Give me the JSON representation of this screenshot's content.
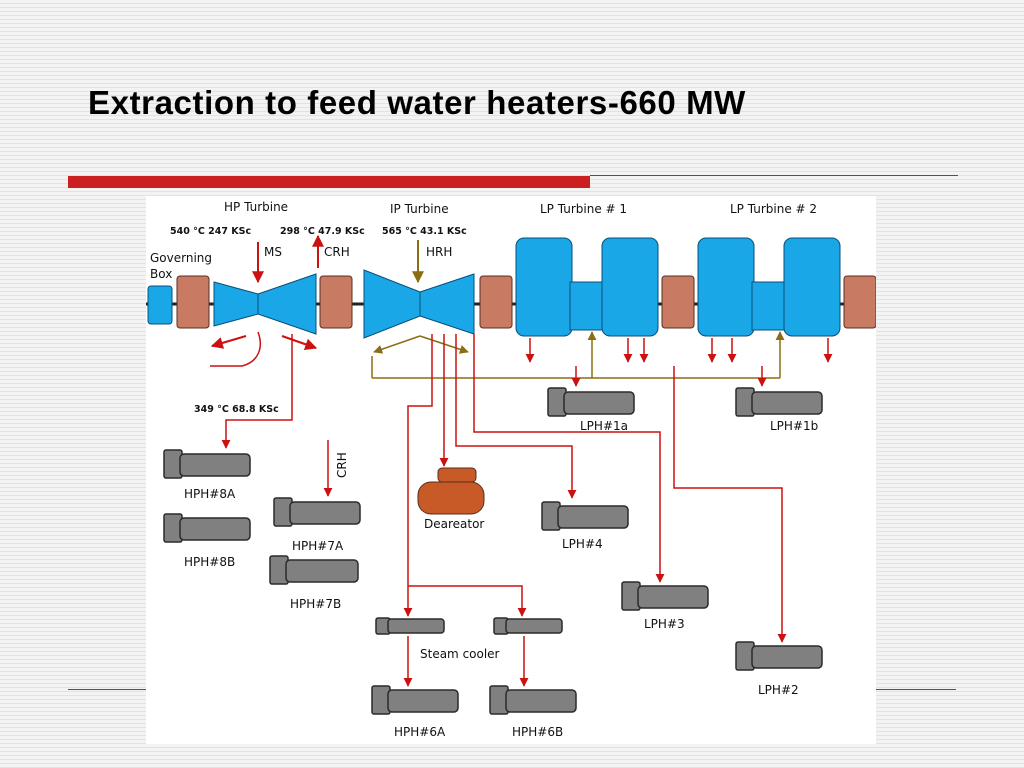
{
  "slide": {
    "title": "Extraction to feed water heaters-660 MW"
  },
  "colors": {
    "accent_red": "#cc1f1f",
    "turbine_blue": "#1aa7e8",
    "casing": "#c97a63",
    "heater_gray": "#808080",
    "steam_line": "#cc1111",
    "hrh_line": "#8b6d14",
    "deaerator": "#c85a28"
  },
  "diagram": {
    "turbine_labels": {
      "hp": "HP Turbine",
      "ip": "IP Turbine",
      "lp1": "LP Turbine # 1",
      "lp2": "LP Turbine # 2"
    },
    "conditions": {
      "ms": "540 °C 247 KSc",
      "crh": "298 °C 47.9 KSc",
      "hrh": "565 °C 43.1 KSc",
      "hp_extraction": "349 °C 68.8 KSc"
    },
    "stream_labels": {
      "ms": "MS",
      "crh": "CRH",
      "hrh": "HRH",
      "crh_vertical": "CRH"
    },
    "governing_box": [
      "Governing",
      "Box"
    ],
    "components": {
      "hph8a": "HPH#8A",
      "hph8b": "HPH#8B",
      "hph7a": "HPH#7A",
      "hph7b": "HPH#7B",
      "hph6a": "HPH#6A",
      "hph6b": "HPH#6B",
      "deaerator": "Deareator",
      "steam_cooler": "Steam cooler",
      "lph4": "LPH#4",
      "lph3": "LPH#3",
      "lph2": "LPH#2",
      "lph1a": "LPH#1a",
      "lph1b": "LPH#1b"
    }
  }
}
